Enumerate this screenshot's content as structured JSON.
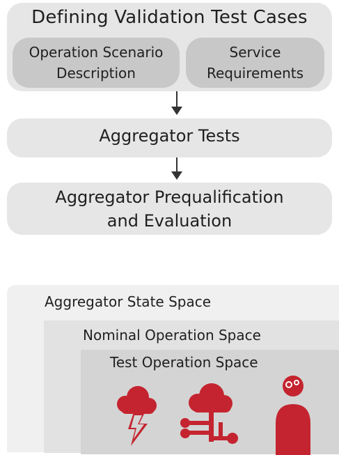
{
  "workflow": {
    "top": {
      "title": "Defining Validation Test Cases",
      "left_line1": "Operation Scenario",
      "left_line2": "Description",
      "right_line1": "Service",
      "right_line2": "Requirements"
    },
    "middle": "Aggregator Tests",
    "bottom_line1": "Aggregator Prequalification",
    "bottom_line2": "and Evaluation"
  },
  "spaces": {
    "state": "Aggregator State Space",
    "nominal": "Nominal Operation Space",
    "test": "Test Operation Space"
  },
  "icons": {
    "names": [
      "storm-lightning-icon",
      "cloud-network-icon",
      "person-thinking-icon"
    ],
    "color": "#c4242f"
  },
  "colors": {
    "box": "#e6e6e6",
    "subbox": "#c8c8c8",
    "state_space": "#f0f0f0",
    "nominal_space": "#e2e2e2",
    "test_space": "#d4d4d4",
    "arrow": "#333333"
  }
}
